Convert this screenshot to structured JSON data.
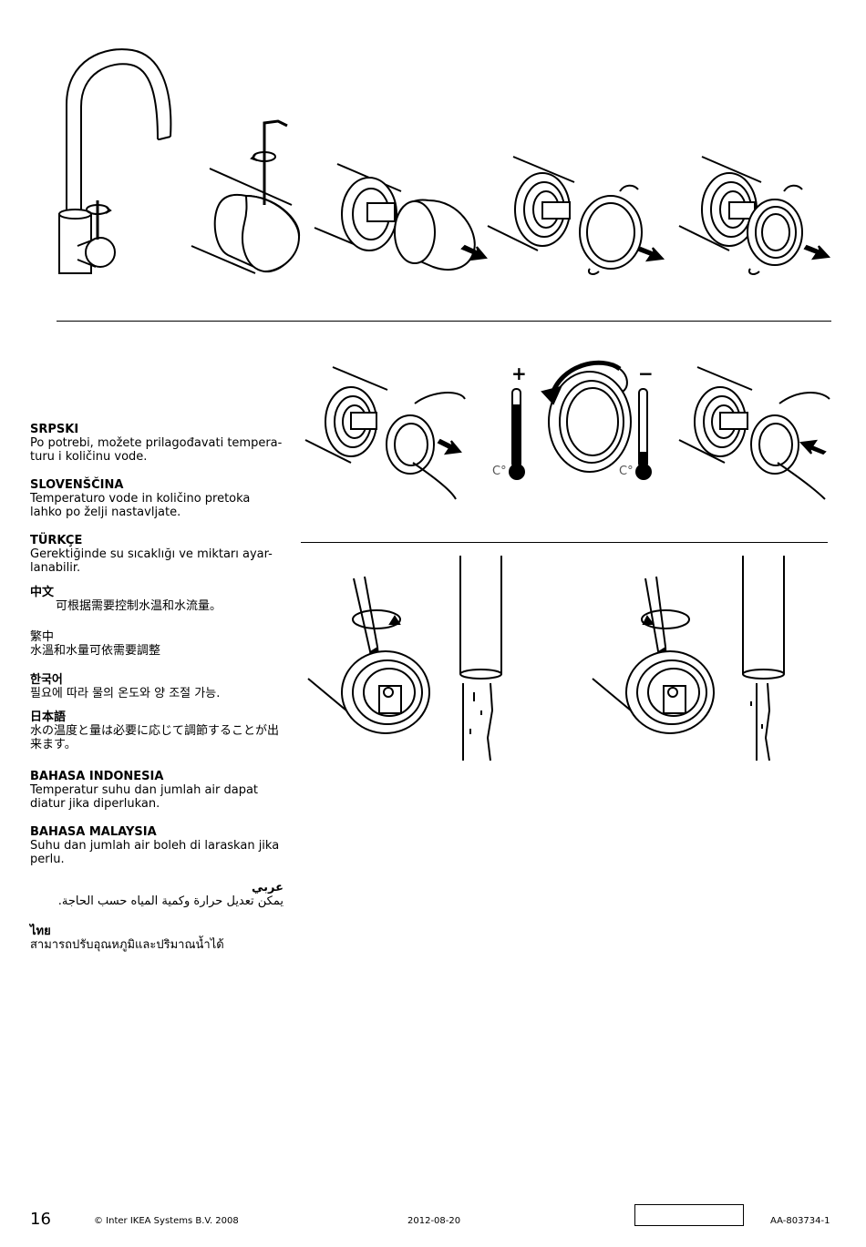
{
  "languages": [
    {
      "title": "SRPSKI",
      "text": "Po potrebi, možete prilagođavati tempera-\nturu i količinu vode."
    },
    {
      "title": "SLOVENŠČINA",
      "text": "Temperaturo vode in količino pretoka\nlahko po želji nastavljate."
    },
    {
      "title": "TÜRKÇE",
      "text": "Gerektiğinde su sıcaklığı ve miktarı ayar-\nlanabilir."
    },
    {
      "title": "中文",
      "text": "可根据需要控制水温和水流量。"
    },
    {
      "title": "繁中",
      "text": "水溫和水量可依需要調整"
    },
    {
      "title": "한국어",
      "text": "필요에 따라 물의 온도와 양 조절 가능."
    },
    {
      "title": "日本語",
      "text": "水の温度と量は必要に応じて調節することが出\n来ます。"
    },
    {
      "title": "BAHASA INDONESIA",
      "text": "Temperatur suhu dan jumlah air dapat\ndiatur jika diperlukan."
    },
    {
      "title": "BAHASA MALAYSIA",
      "text": "Suhu dan jumlah air boleh di laraskan jika\nperlu."
    },
    {
      "title": "عربي",
      "text": "يمكن تعديل حرارة وكمية المياه حسب الحاجة."
    },
    {
      "title": "ไทย",
      "text": "สามารถปรับอุณหภูมิและปริมาณน้ำได้"
    }
  ],
  "thermometer": {
    "plus_sign": "+",
    "minus_sign": "−",
    "unit": "C°"
  },
  "footer": {
    "page_number": "16",
    "copyright": "© Inter IKEA Systems B.V. 2008",
    "date": "2012-08-20",
    "article_number": "AA-803734-1"
  }
}
